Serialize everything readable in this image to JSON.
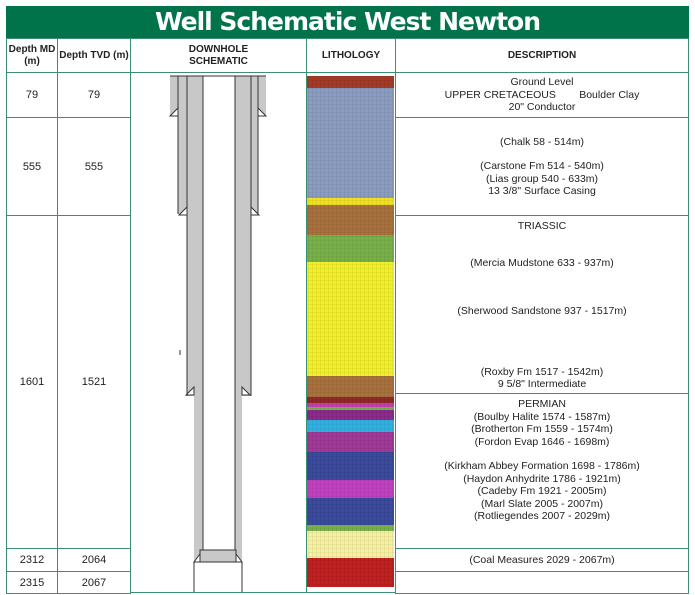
{
  "title": "Well Schematic West Newton",
  "headers": {
    "md": "Depth MD (m)",
    "tvd": "Depth TVD (m)",
    "schematic": "DOWNHOLE SCHEMATIC",
    "lithology": "LITHOLOGY",
    "description": "DESCRIPTION"
  },
  "depths": [
    {
      "md": "79",
      "tvd": "79"
    },
    {
      "md": "555",
      "tvd": "555"
    },
    {
      "md": "1601",
      "tvd": "1521"
    },
    {
      "md": "2312",
      "tvd": "2064"
    },
    {
      "md": "2315",
      "tvd": "2067"
    }
  ],
  "descriptions": [
    [
      "Ground Level",
      "UPPER CRETACEOUS        Boulder Clay",
      "20\" Conductor"
    ],
    [
      "(Chalk 58 - 514m)",
      "",
      "(Carstone Fm 514 - 540m)",
      "(Lias group 540 - 633m)",
      "13 3/8\" Surface Casing"
    ],
    [
      "TRIASSIC",
      "",
      "",
      "(Mercia Mudstone 633 - 937m)",
      "",
      "",
      "",
      "(Sherwood Sandstone 937 - 1517m)",
      "",
      "",
      "",
      "",
      "(Roxby Fm 1517 - 1542m)",
      "9 5/8\" Intermediate"
    ],
    [
      "PERMIAN",
      "(Boulby Halite 1574 - 1587m)",
      "(Brotherton Fm 1559 - 1574m)",
      "(Fordon Evap 1646 - 1698m)",
      "",
      "(Kirkham Abbey Formation 1698 - 1786m)",
      "(Haydon Anhydrite 1786 - 1921m)",
      "(Cadeby Fm 1921 - 2005m)",
      "(Marl Slate 2005 - 2007m)",
      "(Rotliegendes 2007 - 2029m)"
    ],
    [
      "(Coal Measures 2029 - 2067m)"
    ],
    [
      ""
    ]
  ],
  "colors": {
    "brand": "#00734a",
    "border": "#3a9070"
  }
}
